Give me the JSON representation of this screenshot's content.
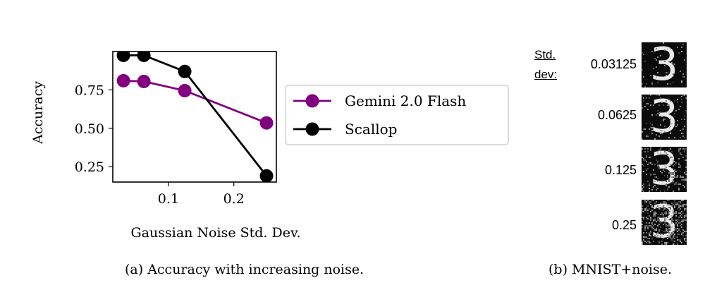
{
  "chart_data": {
    "type": "line",
    "xlabel": "Gaussian Noise Std. Dev.",
    "ylabel": "Accuracy",
    "xlim": [
      0.015,
      0.265
    ],
    "ylim": [
      0.15,
      1.0
    ],
    "xticks": [
      "0.1",
      "0.2"
    ],
    "xtick_values": [
      0.1,
      0.2
    ],
    "yticks": [
      "0.25",
      "0.50",
      "0.75"
    ],
    "ytick_values": [
      0.25,
      0.5,
      0.75
    ],
    "grid": false,
    "legend_position": "right, outside",
    "series": [
      {
        "name": "Gemini 2.0 Flash",
        "color": "#800080",
        "x": [
          0.03125,
          0.0625,
          0.125,
          0.25
        ],
        "y": [
          0.81,
          0.805,
          0.745,
          0.535
        ]
      },
      {
        "name": "Scallop",
        "color": "#000000",
        "x": [
          0.03125,
          0.0625,
          0.125,
          0.25
        ],
        "y": [
          0.975,
          0.975,
          0.87,
          0.19
        ]
      }
    ]
  },
  "panel_b": {
    "header_line1": "Std.",
    "header_line2": "dev:",
    "labels": [
      "0.03125",
      "0.0625",
      "0.125",
      "0.25"
    ],
    "noise_levels": [
      0.03125,
      0.0625,
      0.125,
      0.25
    ]
  },
  "captions": {
    "a": "(a)  Accuracy with increasing noise.",
    "b": "(b)  MNIST+noise."
  }
}
